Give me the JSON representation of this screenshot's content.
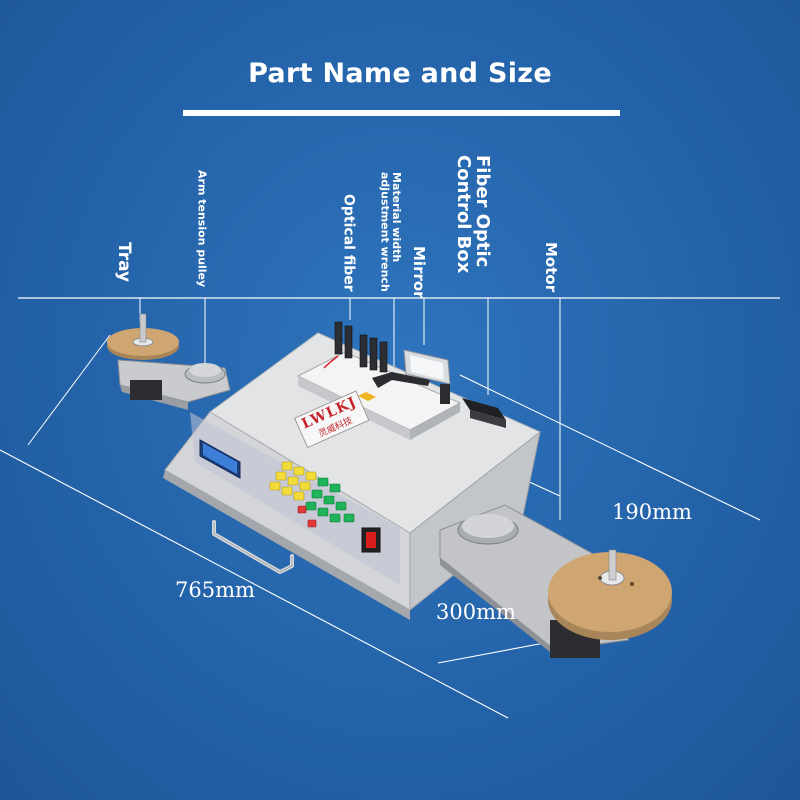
{
  "title": "Part Name and Size",
  "labels": {
    "tray": "Tray",
    "arm_tension_pulley": "Arm tension pulley",
    "optical_fiber": "Optical fiber",
    "material_width_wrench": "Material width adjustment wrench",
    "mirror": "Mirror",
    "fiber_optic_control_box": "Fiber Optic Control Box",
    "motor": "Motor"
  },
  "dimensions": {
    "length": "765mm",
    "width": "300mm",
    "depth": "190mm"
  },
  "machine": {
    "brand": "LWLKJ",
    "brand_sub": "灵威科技"
  },
  "colors": {
    "background": "#2463a9",
    "body": "#e3e4e6",
    "reel": "#cfa672",
    "keypad_yellow": "#f2dc3a",
    "keypad_green": "#1fb35a"
  }
}
